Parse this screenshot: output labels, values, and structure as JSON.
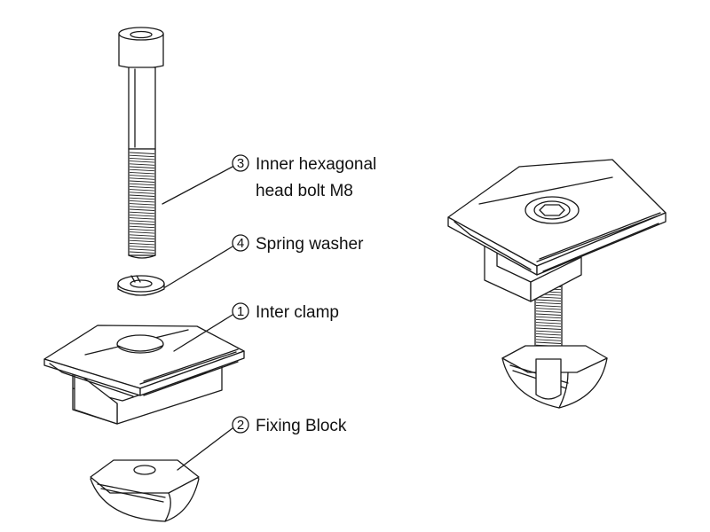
{
  "parts": [
    {
      "number": "3",
      "label_line1": "Inner hexagonal",
      "label_line2": "head bolt M8"
    },
    {
      "number": "4",
      "label": "Spring washer"
    },
    {
      "number": "1",
      "label": "Inter clamp"
    },
    {
      "number": "2",
      "label": "Fixing Block"
    }
  ],
  "colors": {
    "line": "#1a1a1a",
    "background": "#ffffff"
  },
  "icons": [
    "hex-socket-icon"
  ]
}
